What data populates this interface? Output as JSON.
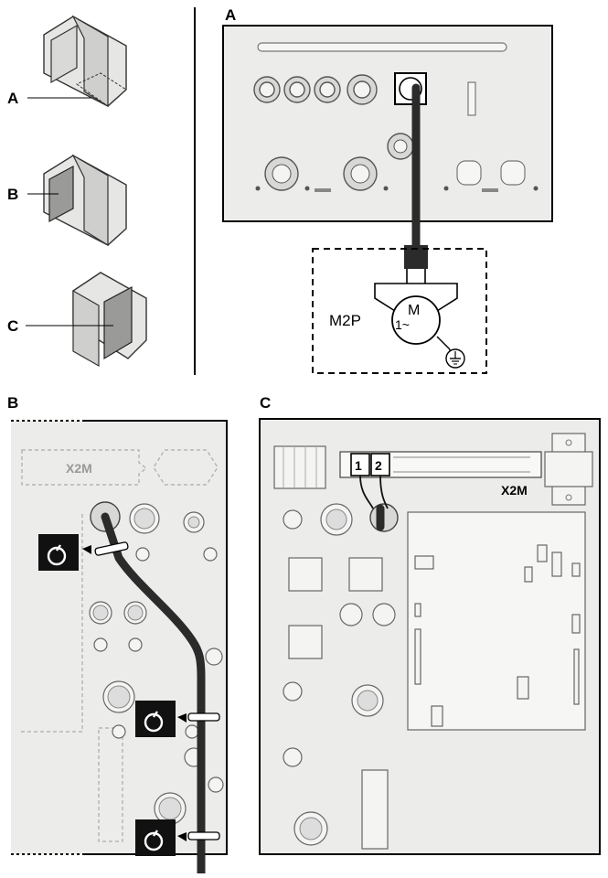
{
  "labels": {
    "a_small": "A",
    "b_small": "B",
    "c_small": "C",
    "a_top": "A",
    "b_bottom": "B",
    "c_bottom": "C",
    "motor_tag": "M2P",
    "motor_m": "M",
    "motor_phase": "1~",
    "terminal_block_b": "X2M",
    "terminal_block_c": "X2M",
    "terminal_1": "1",
    "terminal_2": "2"
  },
  "icons": {
    "cable_tie": "cable-tie-icon",
    "ground": "ground-icon"
  },
  "colors": {
    "cable": "#2b2b2b",
    "panel": "#ececea",
    "tie_badge": "#111111"
  }
}
